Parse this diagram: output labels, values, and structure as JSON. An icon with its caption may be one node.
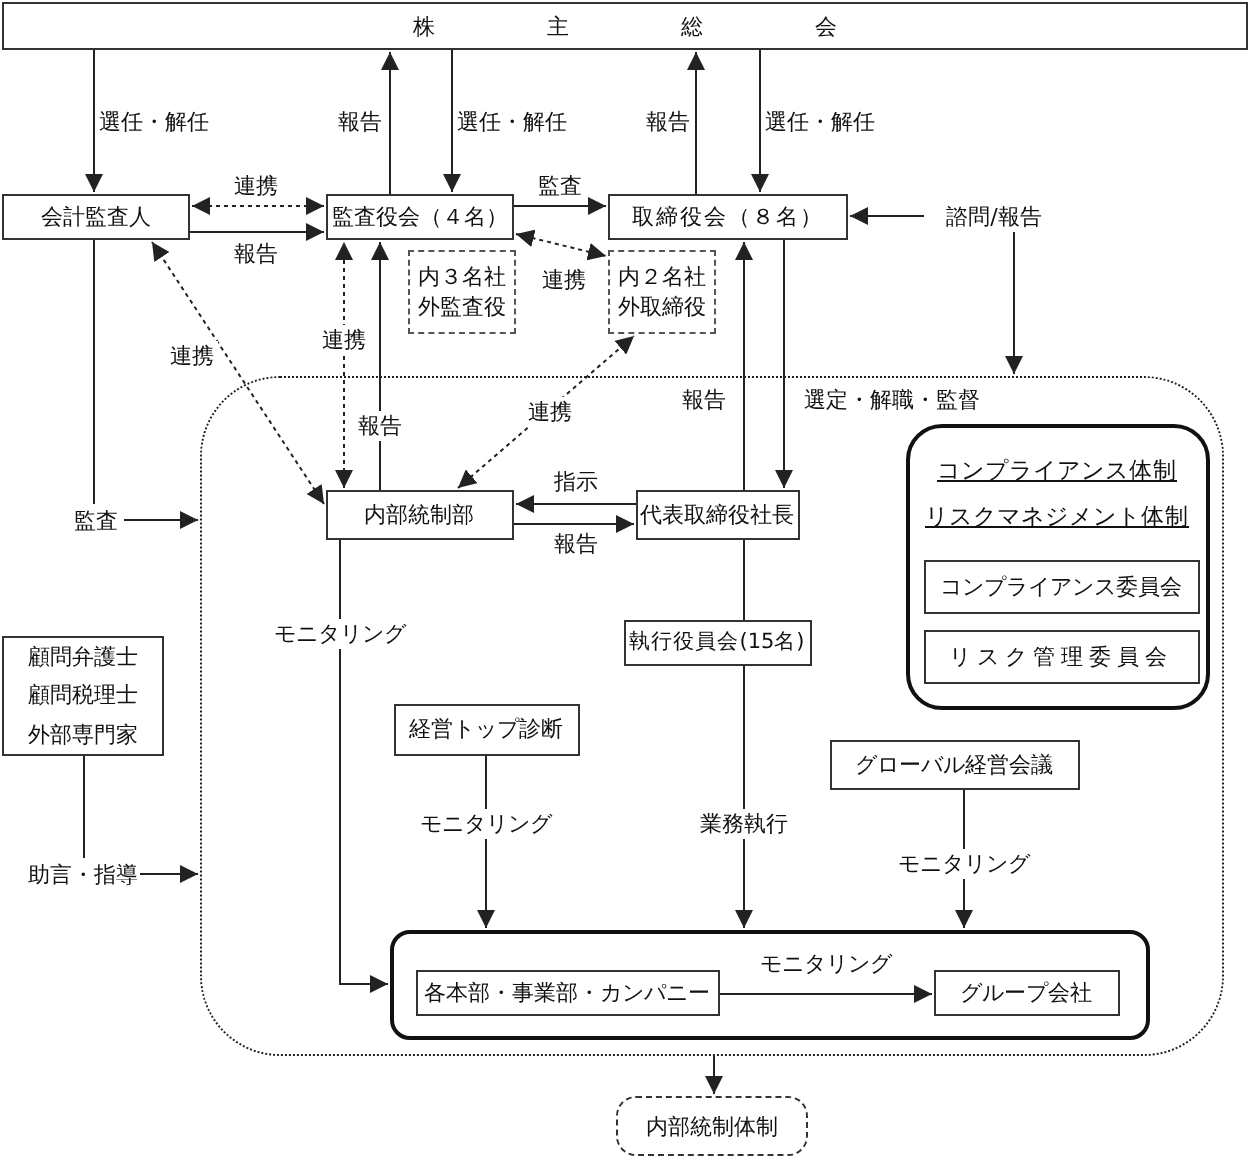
{
  "diagram": {
    "nodes": [
      {
        "text": [
          "株主総会"
        ]
      },
      {
        "text": [
          "会計監査人"
        ]
      },
      {
        "text": [
          "監査役会（４名）"
        ]
      },
      {
        "text": [
          "内３名社外監査役"
        ]
      },
      {
        "text": [
          "取締役会（８名）"
        ]
      },
      {
        "text": [
          "内２名社外取締役"
        ]
      },
      {
        "text": [
          "諮問/報告"
        ]
      },
      {
        "text": [],
        "shape": "box"
      },
      {
        "text": [
          "内部統制部"
        ],
        "in": 7
      },
      {
        "text": [
          "代表取締役社長"
        ],
        "in": 7
      },
      {
        "text": [
          "コンプライアンス体制",
          "リスクマネジメント体制"
        ],
        "in": 7
      },
      {
        "text": [
          "コンプライアンス委員会"
        ],
        "in": 10
      },
      {
        "text": [
          "リスク管理委員会"
        ],
        "in": 10
      },
      {
        "text": [
          "執行役員会(15名)"
        ],
        "in": 7
      },
      {
        "text": [
          "経営トップ診断"
        ],
        "in": 7
      },
      {
        "text": [
          "グローバル経営会議"
        ],
        "in": 7
      },
      {
        "text": [],
        "shape": "box",
        "in": 7
      },
      {
        "text": [
          "各本部・事業部・カンパニー"
        ],
        "in": 16
      },
      {
        "text": [
          "グループ会社"
        ],
        "in": 16
      },
      {
        "text": [
          "顧問弁護士",
          "顧問税理士",
          "外部専門家"
        ]
      },
      {
        "text": [
          "監査"
        ]
      },
      {
        "text": [
          "助言・指導"
        ]
      },
      {
        "text": [
          "内部統制体制"
        ]
      }
    ],
    "edges": [
      {
        "from": 0,
        "to": 1,
        "arrow": "to",
        "label": "選任・解任"
      },
      {
        "from": 2,
        "to": 0,
        "arrow": "to",
        "label": "報告"
      },
      {
        "from": 0,
        "to": 2,
        "arrow": "to",
        "label": "選任・解任"
      },
      {
        "from": 4,
        "to": 0,
        "arrow": "to",
        "label": "報告"
      },
      {
        "from": 0,
        "to": 4,
        "arrow": "to",
        "label": "選任・解任"
      },
      {
        "from": 1,
        "to": 2,
        "arrow": "both",
        "label": "連携",
        "style": "dashed"
      },
      {
        "from": 1,
        "to": 2,
        "arrow": "to",
        "label": "報告"
      },
      {
        "from": 2,
        "to": 4,
        "arrow": "to",
        "label": "監査"
      },
      {
        "from": 2,
        "to": 5,
        "arrow": "both",
        "label": "連携",
        "style": "dashed"
      },
      {
        "from": 8,
        "to": 1,
        "arrow": "both",
        "label": "連携",
        "style": "dashed"
      },
      {
        "from": 8,
        "to": 2,
        "arrow": "both",
        "label": "連携",
        "style": "dashed"
      },
      {
        "from": 8,
        "to": 2,
        "arrow": "to",
        "label": "報告"
      },
      {
        "from": 8,
        "to": 5,
        "arrow": "both",
        "label": "連携",
        "style": "dashed"
      },
      {
        "from": 9,
        "to": 4,
        "arrow": "to",
        "label": "報告"
      },
      {
        "from": 4,
        "to": 9,
        "arrow": "to",
        "label": "選定・解職・監督"
      },
      {
        "from": 9,
        "to": 8,
        "arrow": "to",
        "label": "指示"
      },
      {
        "from": 8,
        "to": 9,
        "arrow": "to",
        "label": "報告"
      },
      {
        "from": 9,
        "to": 13,
        "arrow": "none"
      },
      {
        "from": 13,
        "to": 16,
        "arrow": "to",
        "label": "業務執行"
      },
      {
        "from": 8,
        "to": 16,
        "arrow": "to",
        "label": "モニタリング"
      },
      {
        "from": 14,
        "to": 16,
        "arrow": "to",
        "label": "モニタリング"
      },
      {
        "from": 15,
        "to": 16,
        "arrow": "to",
        "label": "モニタリング"
      },
      {
        "from": 17,
        "to": 18,
        "arrow": "to",
        "label": "モニタリング"
      },
      {
        "from": 6,
        "to": 4,
        "arrow": "to"
      },
      {
        "from": 6,
        "to": 7,
        "arrow": "to"
      },
      {
        "from": 1,
        "to": 20,
        "arrow": "none"
      },
      {
        "from": 20,
        "to": 7,
        "arrow": "to"
      },
      {
        "from": 19,
        "to": 21,
        "arrow": "none"
      },
      {
        "from": 21,
        "to": 7,
        "arrow": "to"
      },
      {
        "from": 7,
        "to": 22,
        "arrow": "to"
      }
    ]
  }
}
